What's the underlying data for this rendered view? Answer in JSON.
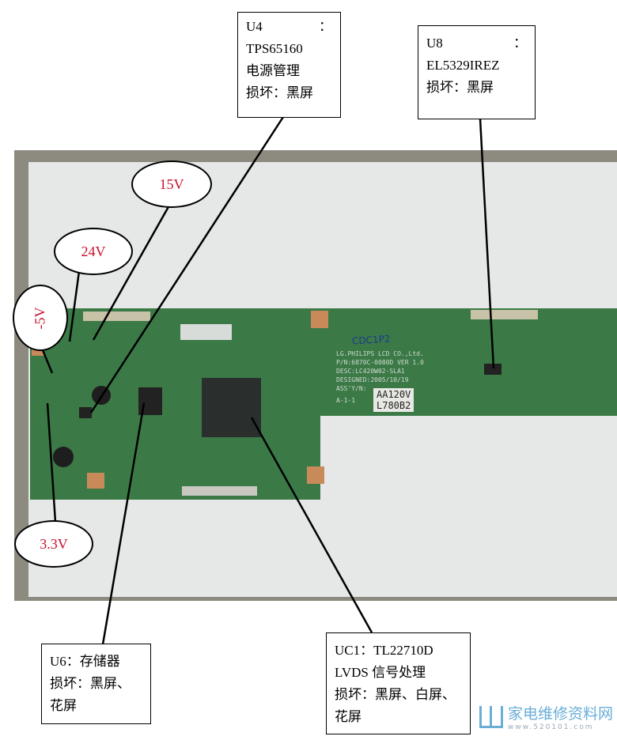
{
  "callouts": {
    "u4": {
      "line1": "U4",
      "colon": "：",
      "line2": "TPS65160",
      "line3": "电源管理",
      "line4": "损坏：黑屏"
    },
    "u8": {
      "line1": "U8",
      "colon": "：",
      "line2": "EL5329IREZ",
      "line3": "损坏：黑屏"
    },
    "u6": {
      "line1": "U6：存储器",
      "line2": "损坏：黑屏、",
      "line3": "花屏"
    },
    "uc1": {
      "line1": "UC1：TL22710D",
      "line2": "LVDS 信号处理",
      "line3": "损坏：黑屏、白屏、",
      "line4": "花屏"
    }
  },
  "voltages": {
    "v15": "15V",
    "v24": "24V",
    "vneg5": "-5V",
    "v33": "3.3V"
  },
  "board": {
    "silk": [
      "LG.PHILIPS LCD CO.,Ltd.",
      "P/N:6870C-0080D VER 1.0",
      "DESC:LC420W02-SLA1",
      "DESIGNED:2005/10/19",
      "ASS'Y/N:",
      "A-1-1"
    ],
    "handwriting": "CDC1P2",
    "sticker": [
      "AA120V",
      "L780B2"
    ]
  },
  "logo": {
    "name": "家电维修资料网",
    "url": "www.520101.com"
  },
  "colors": {
    "board": "#3b7a47",
    "voltage_text": "#c8102e"
  }
}
